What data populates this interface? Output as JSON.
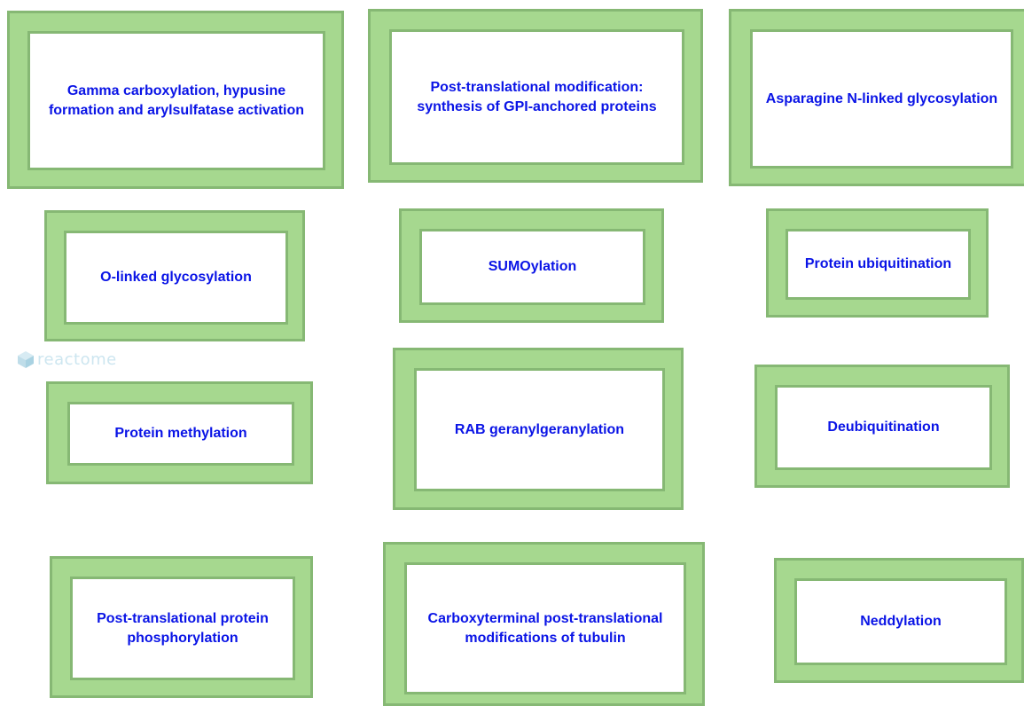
{
  "colors": {
    "node_fill": "#a6d88f",
    "node_border": "#86b874",
    "label_text": "#0a14e6",
    "logo": "#cde6f0"
  },
  "logo": {
    "text": "reactome",
    "icon": "reactome-cube-icon"
  },
  "nodes": [
    {
      "label": "Gamma carboxylation, hypusine formation and arylsulfatase activation"
    },
    {
      "label": "Post-translational modification: synthesis of GPI-anchored proteins"
    },
    {
      "label": "Asparagine N-linked glycosylation"
    },
    {
      "label": "O-linked glycosylation"
    },
    {
      "label": "SUMOylation"
    },
    {
      "label": "Protein ubiquitination"
    },
    {
      "label": "Protein methylation"
    },
    {
      "label": "RAB geranylgeranylation"
    },
    {
      "label": "Deubiquitination"
    },
    {
      "label": "Post-translational protein phosphorylation"
    },
    {
      "label": "Carboxyterminal post-translational modifications of tubulin"
    },
    {
      "label": "Neddylation"
    }
  ]
}
